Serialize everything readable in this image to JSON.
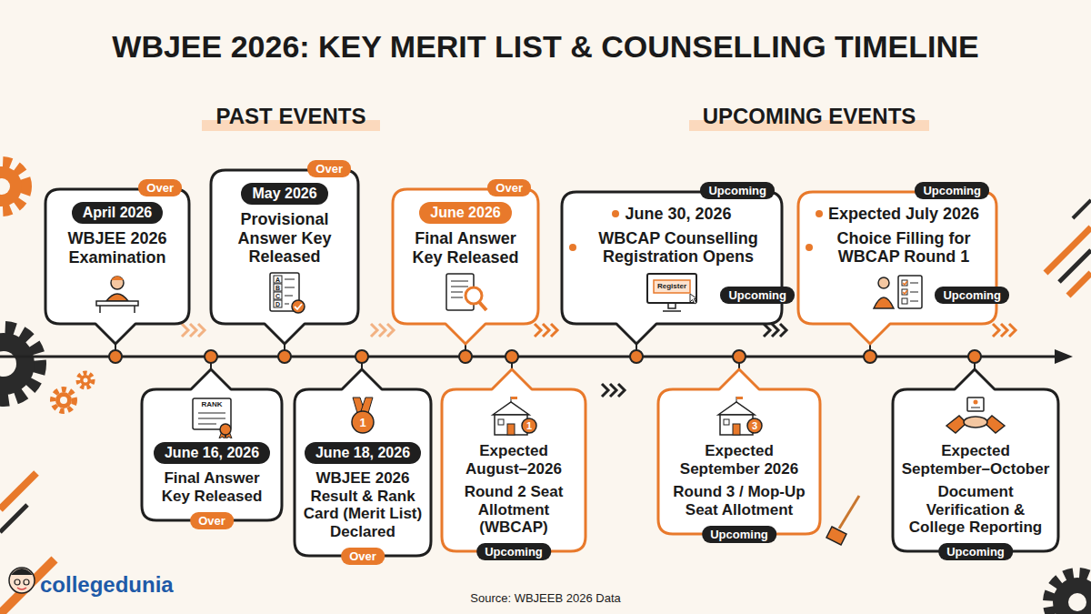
{
  "diagram": {
    "title": "WBJEE 2026: KEY MERIT LIST & COUNSELLING TIMELINE",
    "nodes": [
      {
        "text": [
          "April 2026",
          "WBJEE 2026 Examination"
        ]
      },
      {
        "text": [
          "May 2026",
          "Provisional Answer Key Released"
        ]
      },
      {
        "text": [
          "June 2026",
          "Final Answer Key Released"
        ]
      },
      {
        "text": [
          "June 30, 2026",
          "WBCAP Counselling Registration Opens"
        ]
      },
      {
        "text": [
          "Expected July 2026",
          "Choice Filling for WBCAP Round 1"
        ]
      },
      {
        "text": [
          "June 16, 2026",
          "Final Answer Key Released"
        ]
      },
      {
        "text": [
          "June 18, 2026",
          "WBJEE 2026 Result & Rank Card (Merit List) Declared"
        ]
      },
      {
        "text": [
          "Expected August–2026",
          "Round 2 Seat Allotment (WBCAP)"
        ]
      },
      {
        "text": [
          "Expected September 2026",
          "Round 3 / Mop-Up Seat Allotment"
        ]
      },
      {
        "text": [
          "Expected September–October",
          "Document Verification & College Reporting"
        ]
      }
    ],
    "labels": [
      "PAST EVENTS",
      "UPCOMING EVENTS",
      "Over",
      "Over",
      "Over",
      "Upcoming",
      "Upcoming",
      "Upcoming",
      "Upcoming",
      "Over",
      "Over",
      "Upcoming",
      "Upcoming",
      "Upcoming",
      "A",
      "B",
      "C",
      "D",
      "Register",
      "RANK",
      "1",
      "1",
      "3",
      "collegedunia",
      "Source: WBJEEB 2026 Data"
    ]
  }
}
